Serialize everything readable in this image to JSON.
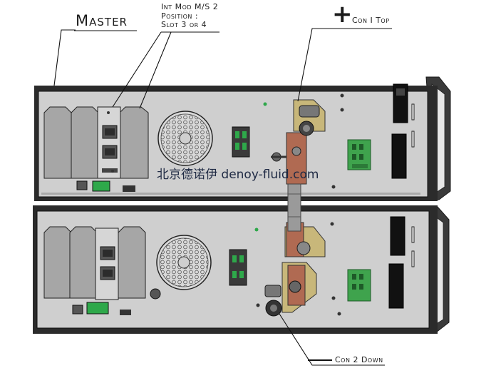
{
  "labels": {
    "master": "Master",
    "int_mod_line1": "Int Mod M/S 2",
    "int_mod_line2": "Position :",
    "int_mod_line3": "Slot 3 or 4",
    "plus_symbol": "+",
    "con1_top": "Con I Top",
    "con2_down": "Con 2 Down"
  },
  "watermark": "北京德诺伊 denoy-fluid.com",
  "colors": {
    "chassis_face": "#cfcfcf",
    "chassis_frame": "#2b2b2b",
    "slot_plate": "#a6a6a6",
    "copper_bar": "#b06a52",
    "brass_bracket": "#c8b77a",
    "terminal_green": "#3fa34d",
    "cable_gray": "#9a9a9a"
  },
  "icons": {
    "fan": "fan-grille-icon",
    "terminal": "green-terminal-block-icon",
    "rj45": "rj45-port-icon",
    "breaker": "circuit-breaker-icon"
  }
}
